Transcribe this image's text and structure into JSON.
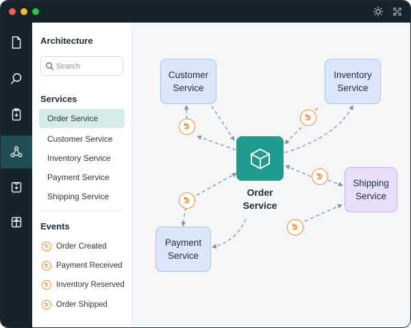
{
  "window": {
    "controls": [
      "close",
      "minimize",
      "maximize"
    ],
    "titlebar_icons": [
      "sun-icon",
      "expand-icon"
    ]
  },
  "rail": {
    "items": [
      {
        "icon": "file-icon",
        "active": false
      },
      {
        "icon": "search-icon",
        "active": false
      },
      {
        "icon": "clipboard-icon",
        "active": false
      },
      {
        "icon": "workflow-icon",
        "active": true
      },
      {
        "icon": "shield-box-icon",
        "active": false
      },
      {
        "icon": "package-icon",
        "active": false
      }
    ]
  },
  "sidebar": {
    "title": "Architecture",
    "search": {
      "placeholder": "Search",
      "value": ""
    },
    "services_heading": "Services",
    "services": [
      {
        "label": "Order Service",
        "active": true
      },
      {
        "label": "Customer Service",
        "active": false
      },
      {
        "label": "Inventory Service",
        "active": false
      },
      {
        "label": "Payment Service",
        "active": false
      },
      {
        "label": "Shipping Service",
        "active": false
      }
    ],
    "events_heading": "Events",
    "events": [
      {
        "label": "Order Created"
      },
      {
        "label": "Payment Received"
      },
      {
        "label": "Inventory Reserved"
      },
      {
        "label": "Order Shipped"
      }
    ]
  },
  "diagram": {
    "center": {
      "label": "Order Service",
      "icon": "cube-icon"
    },
    "nodes": [
      {
        "id": "customer",
        "label": "Customer Service"
      },
      {
        "id": "inventory",
        "label": "Inventory Service"
      },
      {
        "id": "payment",
        "label": "Payment Service"
      },
      {
        "id": "shipping",
        "label": "Shipping Service"
      }
    ]
  },
  "colors": {
    "rail_bg": "#17232b",
    "rail_active": "#1f4f55",
    "accent_teal": "#1f9a8e",
    "active_item_bg": "#d4ebe8",
    "event_orange": "#f08a24",
    "node_blue": "#dde7fb",
    "node_purple": "#e8e0fb"
  }
}
